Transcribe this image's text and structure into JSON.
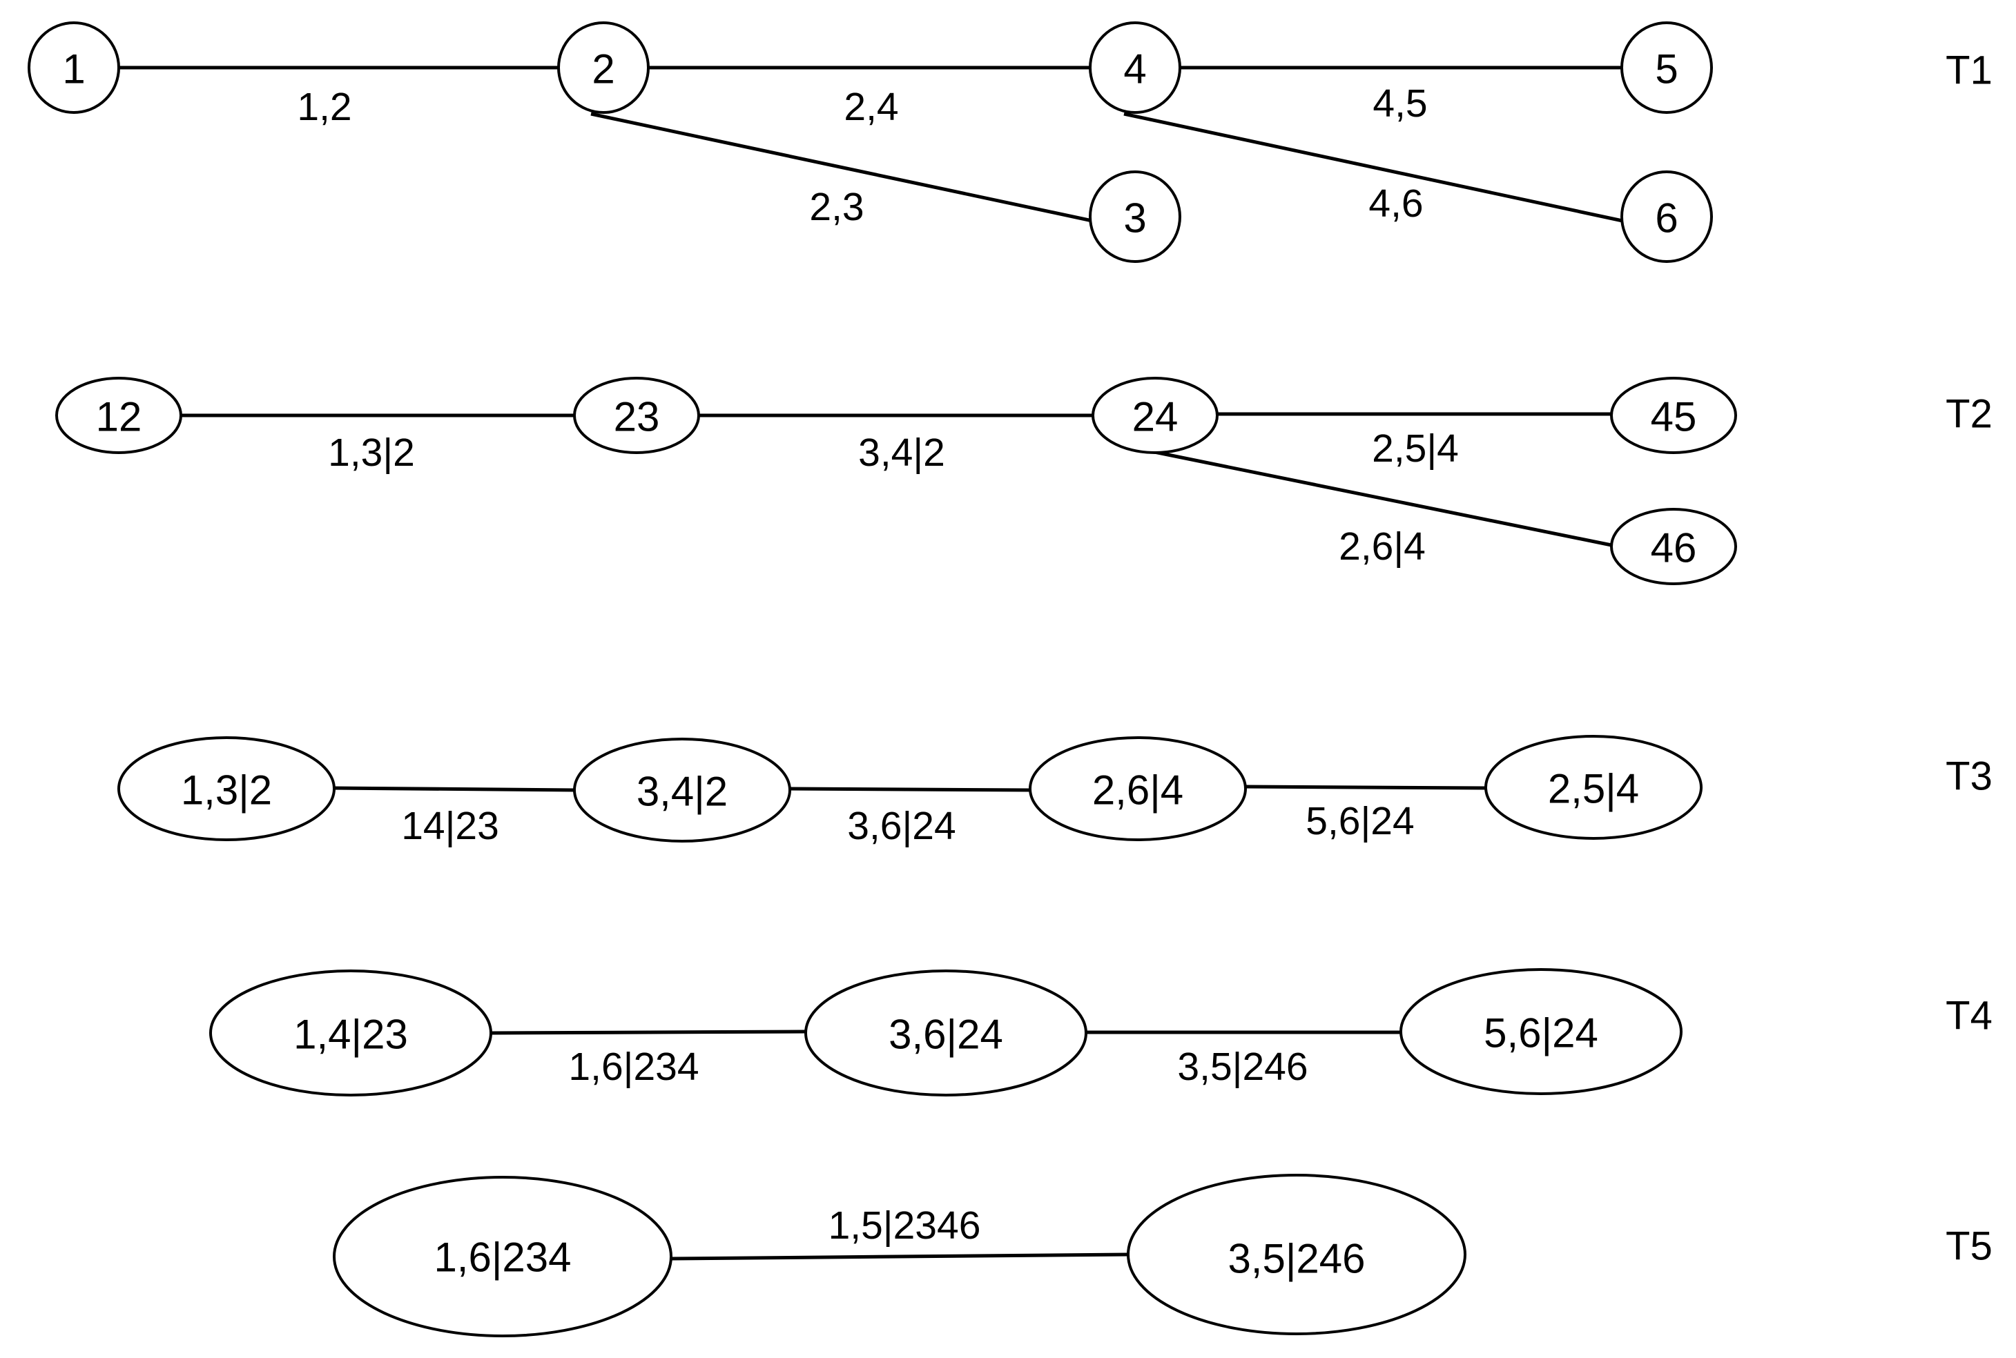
{
  "trees": [
    {
      "label": "T1",
      "nodes": [
        "1",
        "2",
        "4",
        "5",
        "3",
        "6"
      ],
      "edges": [
        "1,2",
        "2,4",
        "4,5",
        "2,3",
        "4,6"
      ]
    },
    {
      "label": "T2",
      "nodes": [
        "12",
        "23",
        "24",
        "45",
        "46"
      ],
      "edges": [
        "1,3|2",
        "3,4|2",
        "2,5|4",
        "2,6|4"
      ]
    },
    {
      "label": "T3",
      "nodes": [
        "1,3|2",
        "3,4|2",
        "2,6|4",
        "2,5|4"
      ],
      "edges": [
        "14|23",
        "3,6|24",
        "5,6|24"
      ]
    },
    {
      "label": "T4",
      "nodes": [
        "1,4|23",
        "3,6|24",
        "5,6|24"
      ],
      "edges": [
        "1,6|234",
        "3,5|246"
      ]
    },
    {
      "label": "T5",
      "nodes": [
        "1,6|234",
        "3,5|246"
      ],
      "edges": [
        "1,5|2346"
      ]
    }
  ]
}
